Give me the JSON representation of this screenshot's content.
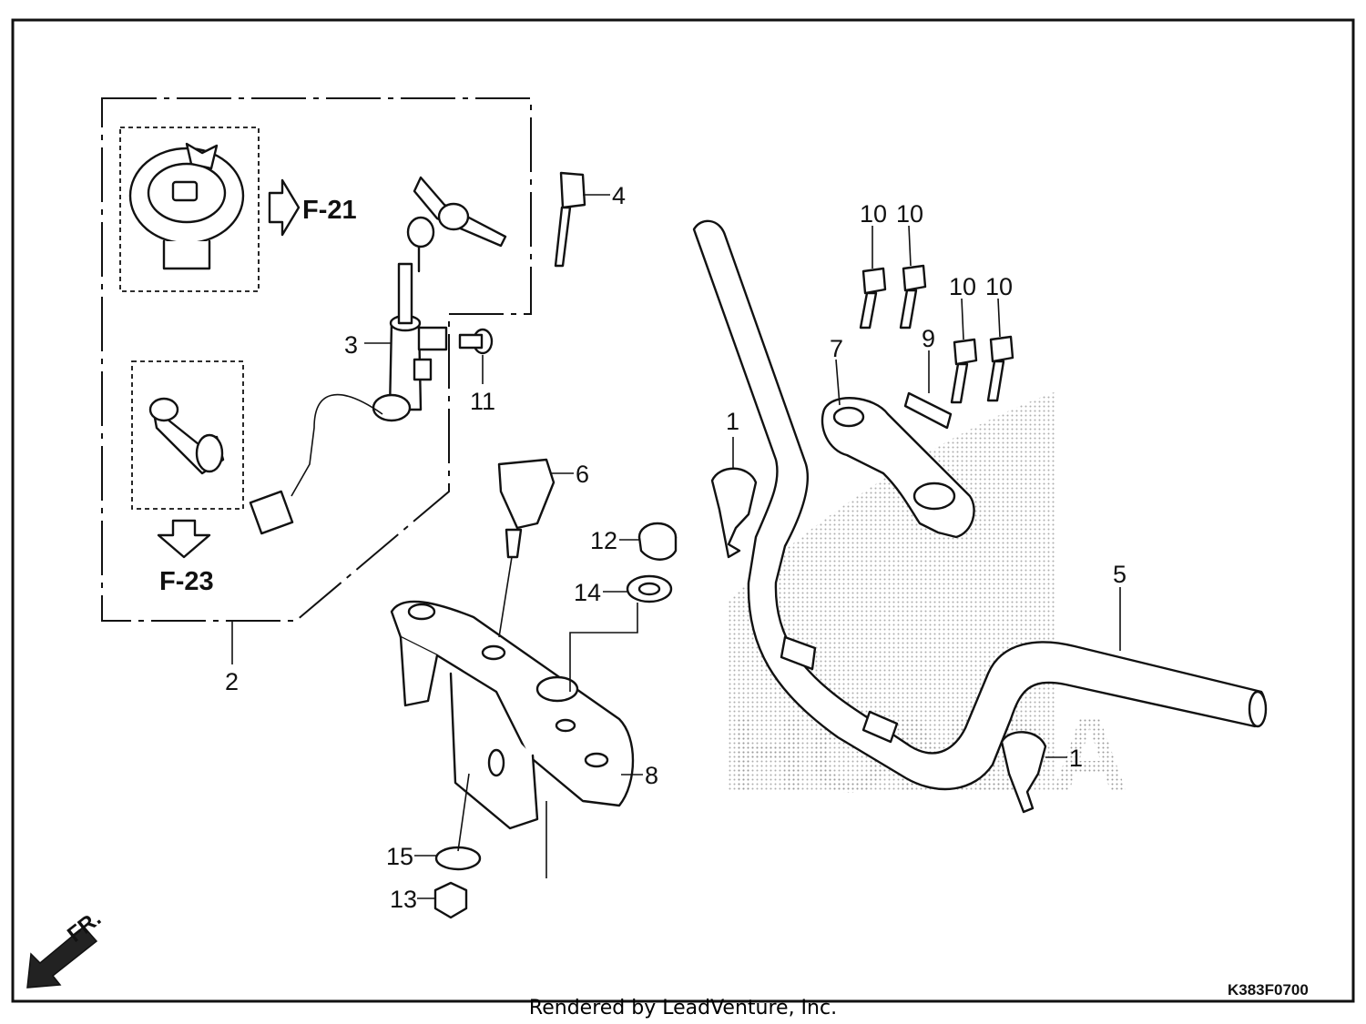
{
  "diagram": {
    "callouts": {
      "c1a": "1",
      "c1b": "1",
      "c2": "2",
      "c3": "3",
      "c4": "4",
      "c5": "5",
      "c6": "6",
      "c7": "7",
      "c8": "8",
      "c9": "9",
      "c10a": "10",
      "c10b": "10",
      "c10c": "10",
      "c10d": "10",
      "c11": "11",
      "c12": "12",
      "c13": "13",
      "c14": "14",
      "c15": "15"
    },
    "references": {
      "f21": "F-21",
      "f23": "F-23"
    },
    "front_marker": "FR.",
    "watermark": "HONDA",
    "diagram_code": "K383F0700",
    "footer": "Rendered by LeadVenture, Inc."
  }
}
